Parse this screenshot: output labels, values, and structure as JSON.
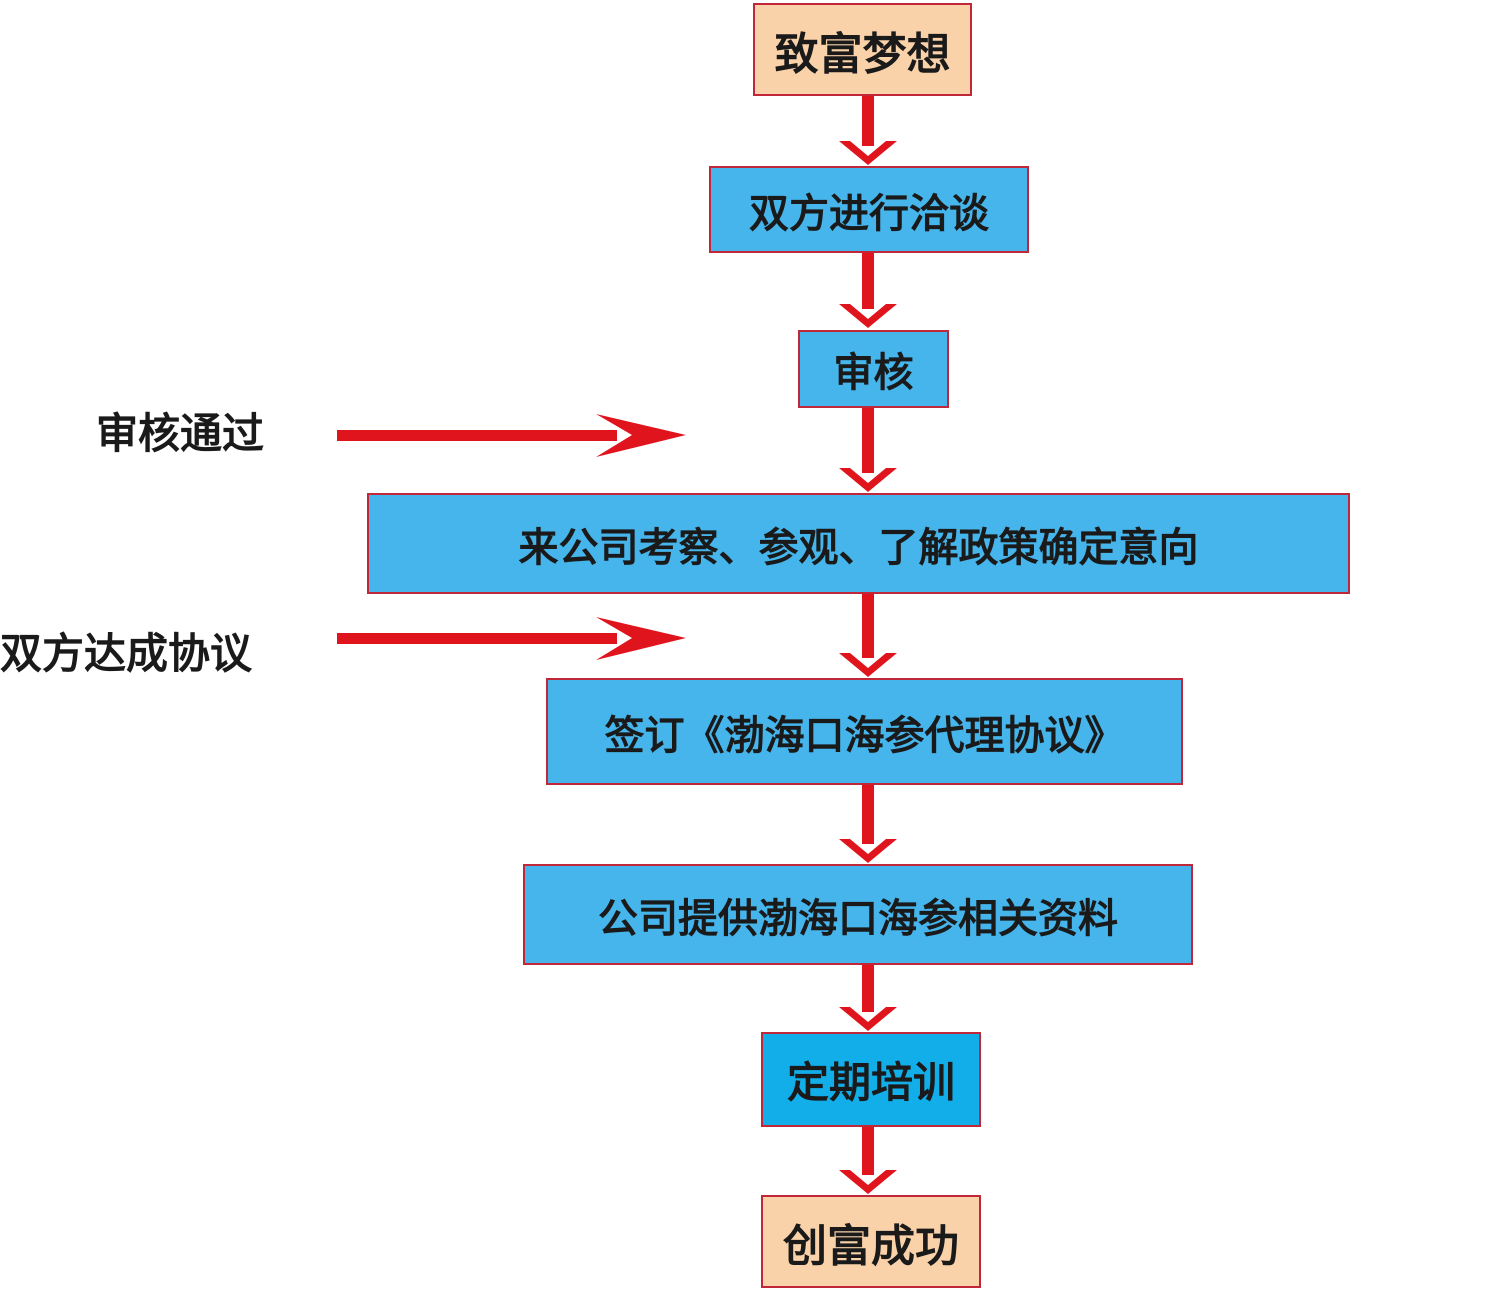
{
  "colors": {
    "peach": "#fad2a9",
    "blue": "#45b5ec",
    "cyan": "#12aeea",
    "arrow": "#e0141c",
    "border": "#c0283a"
  },
  "steps": [
    {
      "label": "致富梦想"
    },
    {
      "label": "双方进行洽谈"
    },
    {
      "label": "审核"
    },
    {
      "label": "来公司考察、参观、了解政策确定意向"
    },
    {
      "label": "签订《渤海口海参代理协议》"
    },
    {
      "label": "公司提供渤海口海参相关资料"
    },
    {
      "label": "定期培训"
    },
    {
      "label": "创富成功"
    }
  ],
  "side_labels": [
    {
      "label": "审核通过"
    },
    {
      "label": "双方达成协议"
    }
  ]
}
